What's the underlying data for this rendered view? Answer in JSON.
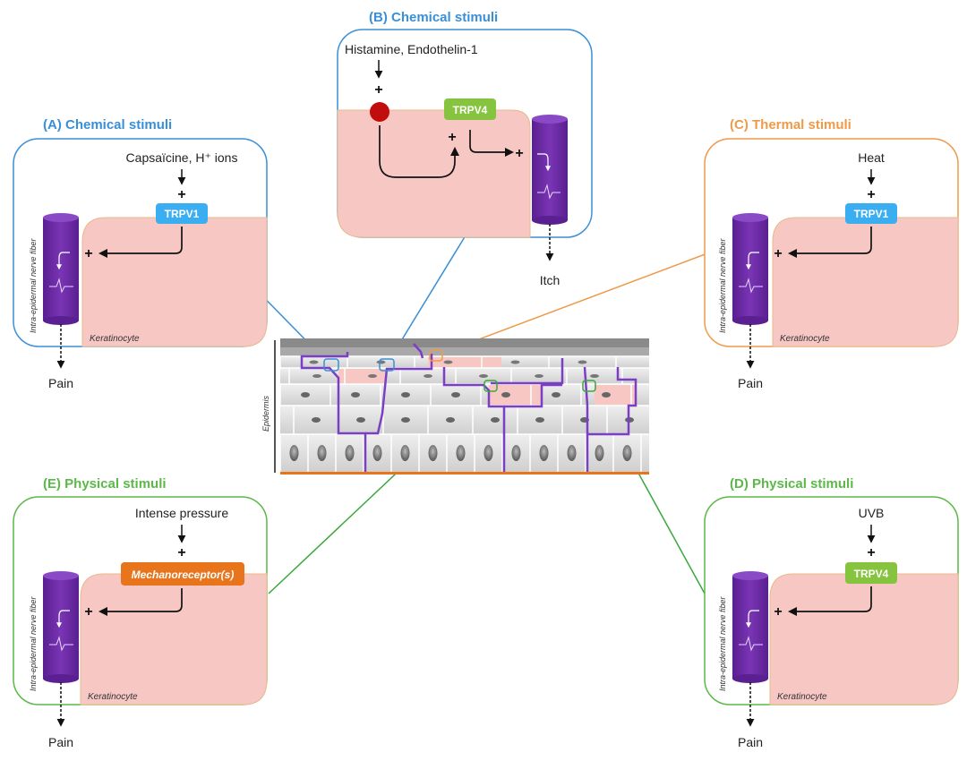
{
  "colors": {
    "chemical": "#3a8fd6",
    "thermal": "#ef9a4a",
    "physical": "#5cb848",
    "trpv1": "#3aaef0",
    "trpv4": "#86c440",
    "mechanoreceptor": "#e8741c",
    "keratinocyte": "#f7c7c4",
    "nerve": "#6a2aa0",
    "histamine_receptor": "#c20d0d"
  },
  "panels": {
    "a": {
      "title": "(A) Chemical stimuli",
      "stimulus": "Capsaïcine, H⁺ ions",
      "receptor": "TRPV1",
      "cell_label": "Keratinocyte",
      "fiber_label": "Intra-epidermal nerve fiber",
      "outcome": "Pain",
      "plus": "+"
    },
    "b": {
      "title": "(B) Chemical stimuli",
      "stimulus": "Histamine, Endothelin-1",
      "receptor": "TRPV4",
      "outcome": "Itch",
      "plus": "+"
    },
    "c": {
      "title": "(C) Thermal stimuli",
      "stimulus": "Heat",
      "receptor": "TRPV1",
      "cell_label": "Keratinocyte",
      "fiber_label": "Intra-epidermal nerve fiber",
      "outcome": "Pain",
      "plus": "+"
    },
    "d": {
      "title": "(D) Physical stimuli",
      "stimulus": "UVB",
      "receptor": "TRPV4",
      "cell_label": "Keratinocyte",
      "fiber_label": "Intra-epidermal nerve fiber",
      "outcome": "Pain",
      "plus": "+"
    },
    "e": {
      "title": "(E) Physical stimuli",
      "stimulus": "Intense pressure",
      "receptor": "Mechanoreceptor(s)",
      "cell_label": "Keratinocyte",
      "fiber_label": "Intra-epidermal nerve fiber",
      "outcome": "Pain",
      "plus": "+"
    }
  },
  "center": {
    "layer_label": "Epidermis"
  }
}
